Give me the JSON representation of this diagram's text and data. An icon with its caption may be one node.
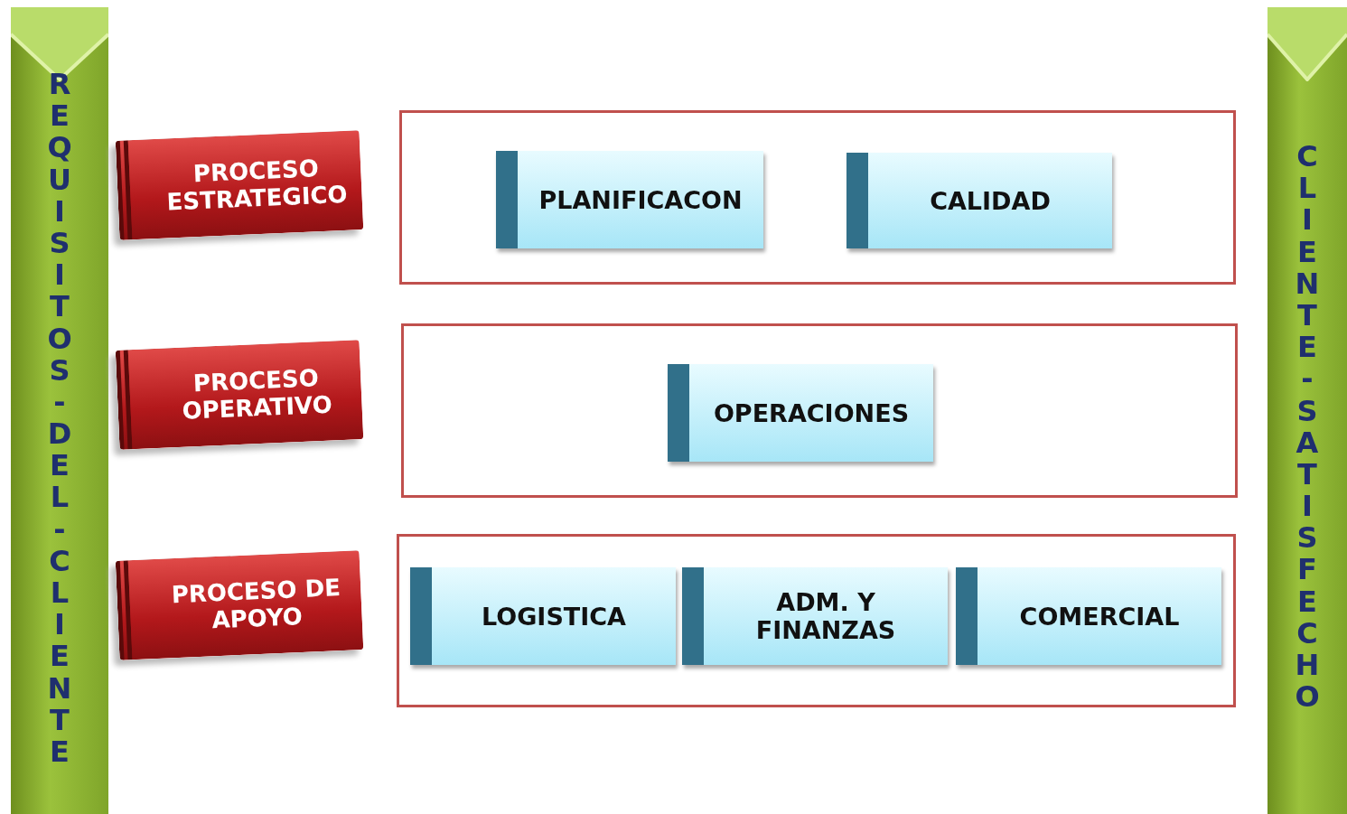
{
  "diagram": {
    "nodes": [
      {
        "text": [
          "REQUISITOS-DEL-CLIENTE"
        ]
      },
      {
        "text": [
          "PROCESO ESTRATEGICO"
        ]
      },
      {
        "text": [],
        "shape": "box"
      },
      {
        "text": [
          "PLANIFICACON"
        ],
        "in": 2
      },
      {
        "text": [
          "CALIDAD"
        ],
        "in": 2
      },
      {
        "text": [
          "PROCESO OPERATIVO"
        ]
      },
      {
        "text": [],
        "shape": "box"
      },
      {
        "text": [
          "OPERACIONES"
        ],
        "in": 6
      },
      {
        "text": [
          "PROCESO DE APOYO"
        ]
      },
      {
        "text": [],
        "shape": "box"
      },
      {
        "text": [
          "LOGISTICA"
        ],
        "in": 9
      },
      {
        "text": [
          "ADM. Y FINANZAS"
        ],
        "in": 9
      },
      {
        "text": [
          "COMERCIAL"
        ],
        "in": 9
      },
      {
        "text": [
          "CLIENTE-SATISFECHO"
        ]
      }
    ]
  }
}
